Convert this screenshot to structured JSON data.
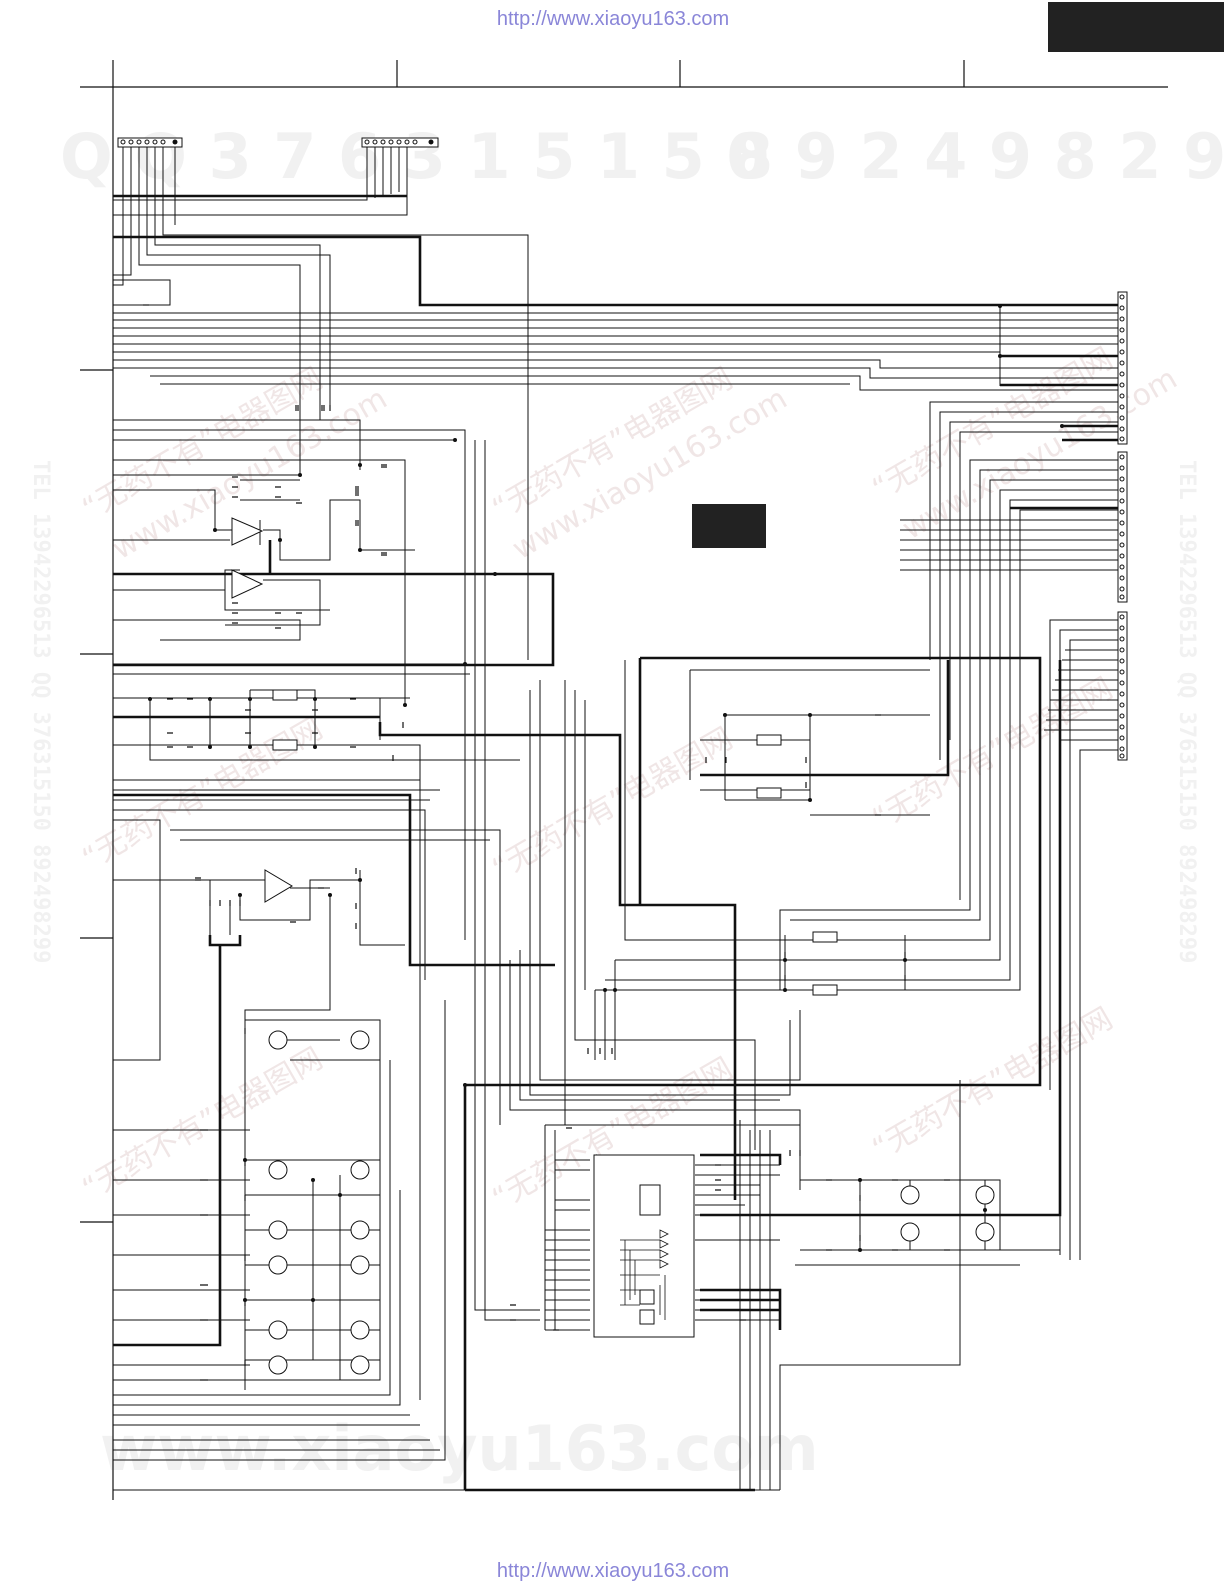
{
  "header": {
    "top_url": "http://www.xiaoyu163.com",
    "bottom_url": "http://www.xiaoyu163.com"
  },
  "watermarks": {
    "phone_left": "Q Q 3 7 6 3 1 5 1 5 0",
    "phone_right": "8 9 2 4 9 8 2 9 9",
    "site": "www.xiaoyu163.com",
    "tilted_cn": "“无药不有”电器图网",
    "tilted_en": "www.xiaoyu163.com",
    "side_text": "TEL 13942296513 QQ 376315150 892498299"
  },
  "colors": {
    "line": "#111111",
    "link": "#8a86d8",
    "watermark": "#f1f1f1",
    "block": "#222222"
  }
}
